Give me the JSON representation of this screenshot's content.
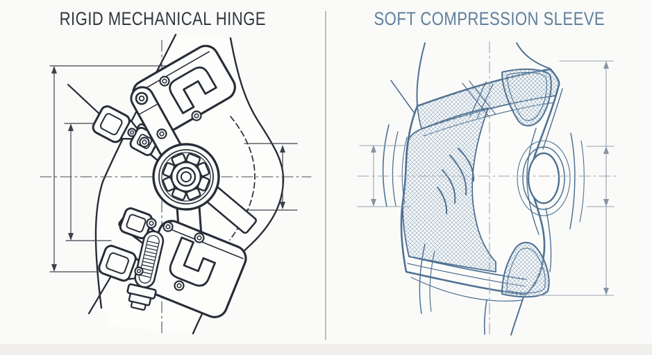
{
  "canvas": {
    "background": "#fafaf9",
    "divider_color": "#bcbfc3"
  },
  "panels": {
    "left": {
      "title": "RIGID MECHANICAL HINGE",
      "ink_color": "#272d38",
      "subject": "hinged knee brace technical drawing with gear hinge, straps, screw and dimension lines"
    },
    "right": {
      "title": "SOFT COMPRESSION SLEEVE",
      "ink_color": "#4e7192",
      "subject": "compression knee sleeve technical drawing with patella opening, knit hatching and dimension lines"
    }
  }
}
